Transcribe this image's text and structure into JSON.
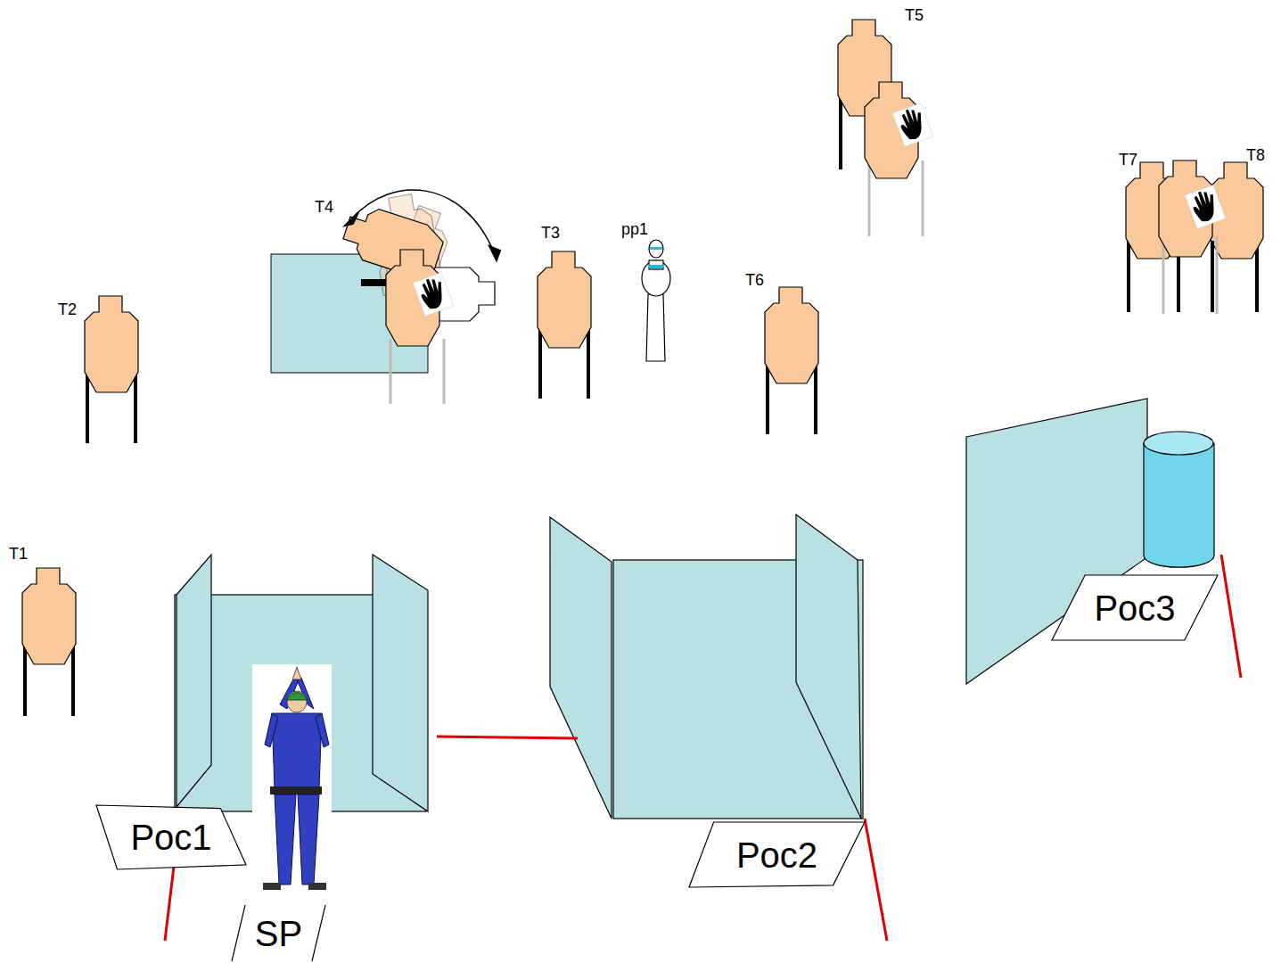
{
  "diagram": {
    "nodes": [
      {
        "text": [
          "Poc3"
        ]
      },
      {
        "text": [
          "Poc1"
        ]
      },
      {
        "text": [
          "Poc2"
        ]
      },
      {
        "text": [
          "SP"
        ]
      }
    ],
    "labels": [
      "T5",
      "T7",
      "T8",
      "T4",
      "T3",
      "pp1",
      "T6",
      "T2",
      "T1"
    ]
  }
}
